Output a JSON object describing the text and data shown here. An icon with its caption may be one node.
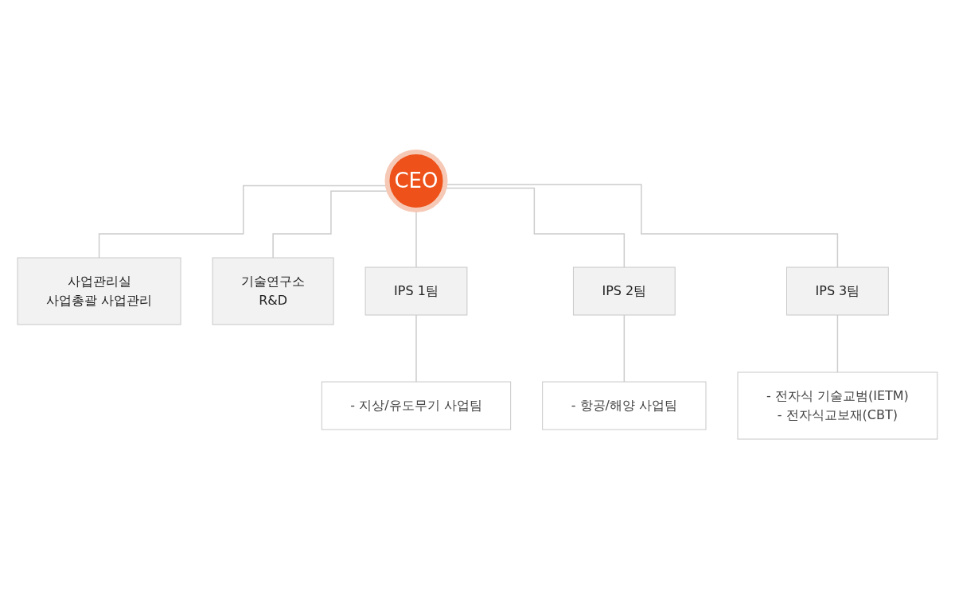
{
  "diagram": {
    "nodes": [
      {
        "text": [
          "CEO"
        ]
      },
      {
        "text": [
          "사업관리실",
          "사업총괄 사업관리"
        ]
      },
      {
        "text": [
          "기술연구소",
          "R&D"
        ]
      },
      {
        "text": [
          "IPS 1팀"
        ]
      },
      {
        "text": [
          "- 지상/유도무기 사업팀"
        ]
      },
      {
        "text": [
          "IPS 2팀"
        ]
      },
      {
        "text": [
          "- 항공/해양 사업팀"
        ]
      },
      {
        "text": [
          "IPS 3팀"
        ]
      },
      {
        "text": [
          "- 전자식 기술교범(IETM)",
          "- 전자식교보재(CBT)"
        ]
      }
    ],
    "edges": [
      {
        "from": 0,
        "to": 1,
        "arrow": "none"
      },
      {
        "from": 0,
        "to": 2,
        "arrow": "none"
      },
      {
        "from": 0,
        "to": 3,
        "arrow": "none"
      },
      {
        "from": 0,
        "to": 5,
        "arrow": "none"
      },
      {
        "from": 0,
        "to": 7,
        "arrow": "none"
      },
      {
        "from": 3,
        "to": 4,
        "arrow": "none"
      },
      {
        "from": 5,
        "to": 6,
        "arrow": "none"
      },
      {
        "from": 7,
        "to": 8,
        "arrow": "none"
      }
    ]
  }
}
